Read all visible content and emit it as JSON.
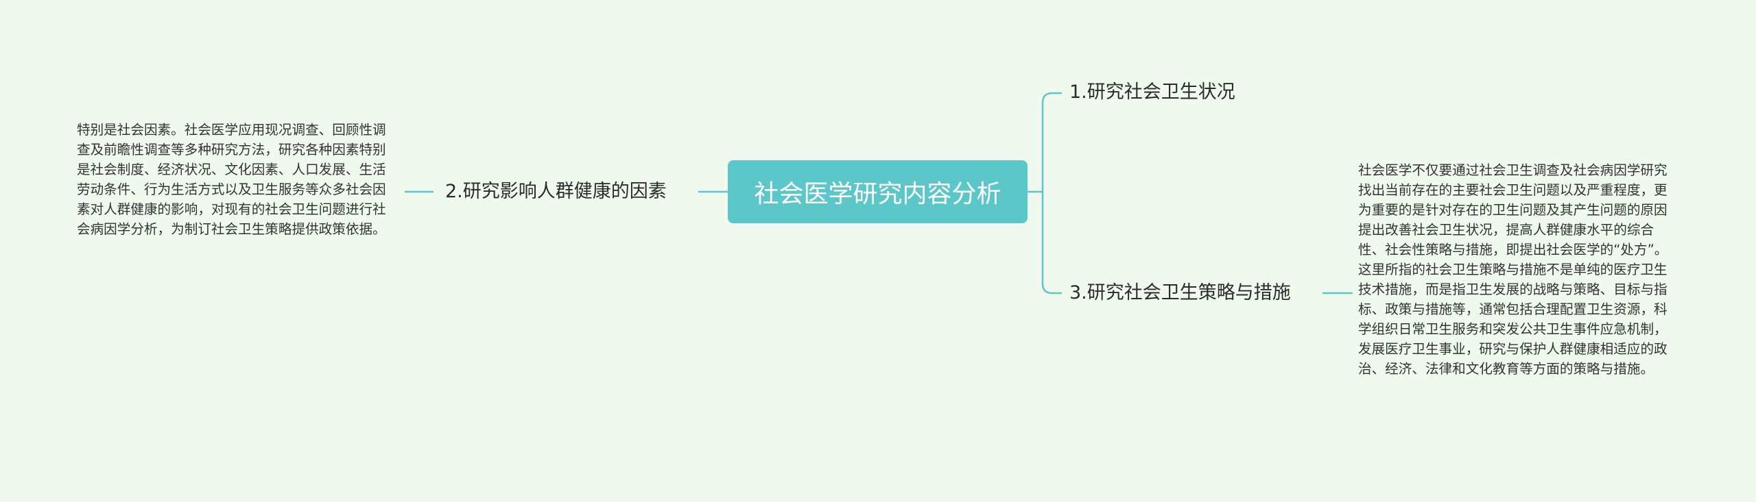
{
  "root": {
    "title": "社会医学研究内容分析"
  },
  "branches": [
    {
      "label": "1.研究社会卫生状况",
      "detail": ""
    },
    {
      "label": "2.研究影响人群健康的因素",
      "detail": "特别是社会因素。社会医学应用现况调查、回顾性调查及前瞻性调查等多种研究方法，研究各种因素特别是社会制度、经济状况、文化因素、人口发展、生活劳动条件、行为生活方式以及卫生服务等众多社会因素对人群健康的影响，对现有的社会卫生问题进行社会病因学分析，为制订社会卫生策略提供政策依据。"
    },
    {
      "label": "3.研究社会卫生策略与措施",
      "detail": "社会医学不仅要通过社会卫生调查及社会病因学研究找出当前存在的主要社会卫生问题以及严重程度，更为重要的是针对存在的卫生问题及其产生问题的原因提出改善社会卫生状况，提高人群健康水平的综合性、社会性策略与措施，即提出社会医学的“处方”。这里所指的社会卫生策略与措施不是单纯的医疗卫生技术措施，而是指卫生发展的战略与策略、目标与指标、政策与措施等，通常包括合理配置卫生资源，科学组织日常卫生服务和突发公共卫生事件应急机制，发展医疗卫生事业，研究与保护人群健康相适应的政治、经济、法律和文化教育等方面的策略与措施。"
    }
  ],
  "colors": {
    "background": "#eff9ee",
    "root_fill": "#5cc7c9",
    "connector": "#5cc7c9",
    "text": "#2b2b2b"
  }
}
